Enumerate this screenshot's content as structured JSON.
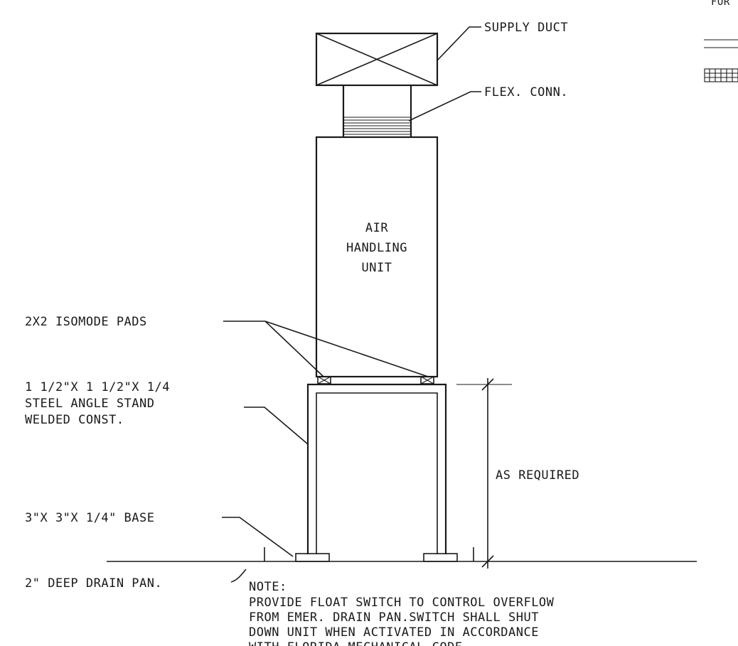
{
  "labels": {
    "supply_duct": "SUPPLY DUCT",
    "flex_conn": "FLEX. CONN.",
    "ahu_line1": "AIR",
    "ahu_line2": "HANDLING",
    "ahu_line3": "UNIT",
    "pads": "2X2 ISOMODE PADS",
    "stand_line1": "1 1/2\"X 1 1/2\"X 1/4",
    "stand_line2": "STEEL ANGLE STAND",
    "stand_line3": "WELDED CONST.",
    "as_required": "AS REQUIRED",
    "base": "3\"X 3\"X 1/4\" BASE",
    "drain_pan": "2\" DEEP DRAIN PAN.",
    "corner_text": "FOR"
  },
  "note": {
    "title": "NOTE:",
    "line1": "PROVIDE FLOAT SWITCH TO CONTROL OVERFLOW",
    "line2": "FROM EMER. DRAIN PAN.SWITCH SHALL SHUT",
    "line3": "DOWN UNIT WHEN ACTIVATED IN ACCORDANCE",
    "line4": "WITH FLORIDA MECHANICAL CODE."
  }
}
